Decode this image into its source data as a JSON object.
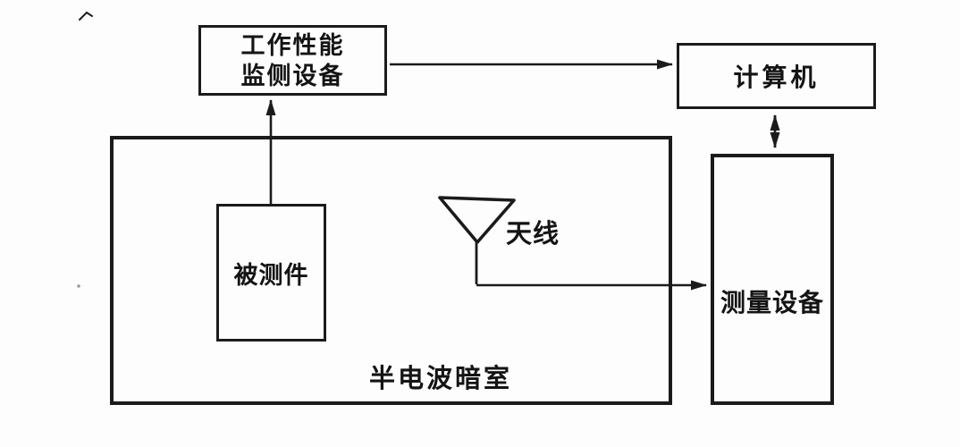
{
  "figure": {
    "type": "block-diagram",
    "background": "#fdfdfd",
    "line_color": "#1b1b1b",
    "text_color": "#141414",
    "nodes": {
      "monitor": {
        "line1": "工作性能",
        "line2": "监侧设备"
      },
      "computer": {
        "label": "计算机"
      },
      "chamber": {
        "label": "半电波暗室"
      },
      "dut": {
        "label": "被测件"
      },
      "antenna": {
        "label": "天线"
      },
      "measure": {
        "label": "测量设备"
      }
    },
    "edges": [
      {
        "from": "monitor",
        "to": "computer",
        "style": "arrow"
      },
      {
        "from": "dut",
        "to": "monitor",
        "style": "arrow"
      },
      {
        "from": "antenna",
        "to": "measure",
        "style": "arrow"
      },
      {
        "from": "computer",
        "to": "measure",
        "style": "double-arrow"
      }
    ]
  }
}
